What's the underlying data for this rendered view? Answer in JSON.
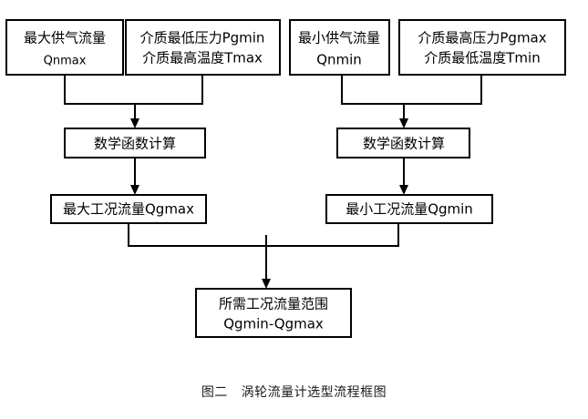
{
  "figure": {
    "caption": "图二   涡轮流量计选型流程框图",
    "background_color": "#ffffff",
    "line_color": "#000000"
  },
  "nodes": {
    "max_supply_flow": {
      "line1": "最大供气流量",
      "line2": "Qnmax"
    },
    "medium_min_pressure": {
      "line1": "介质最低压力Pgmin",
      "line2": "介质最高温度Tmax"
    },
    "min_supply_flow": {
      "line1": "最小供气流量",
      "line2": "Qnmin"
    },
    "medium_max_pressure": {
      "line1": "介质最高压力Pgmax",
      "line2": "介质最低温度Tmin"
    },
    "math_function_left": {
      "line1": "数学函数计算"
    },
    "math_function_right": {
      "line1": "数学函数计算"
    },
    "max_working_flow": {
      "line1": "最大工况流量Qgmax"
    },
    "min_working_flow": {
      "line1": "最小工况流量Qgmin"
    },
    "required_flow_range": {
      "line1": "所需工况流量范围",
      "line2": "Qgmin-Qgmax"
    }
  }
}
